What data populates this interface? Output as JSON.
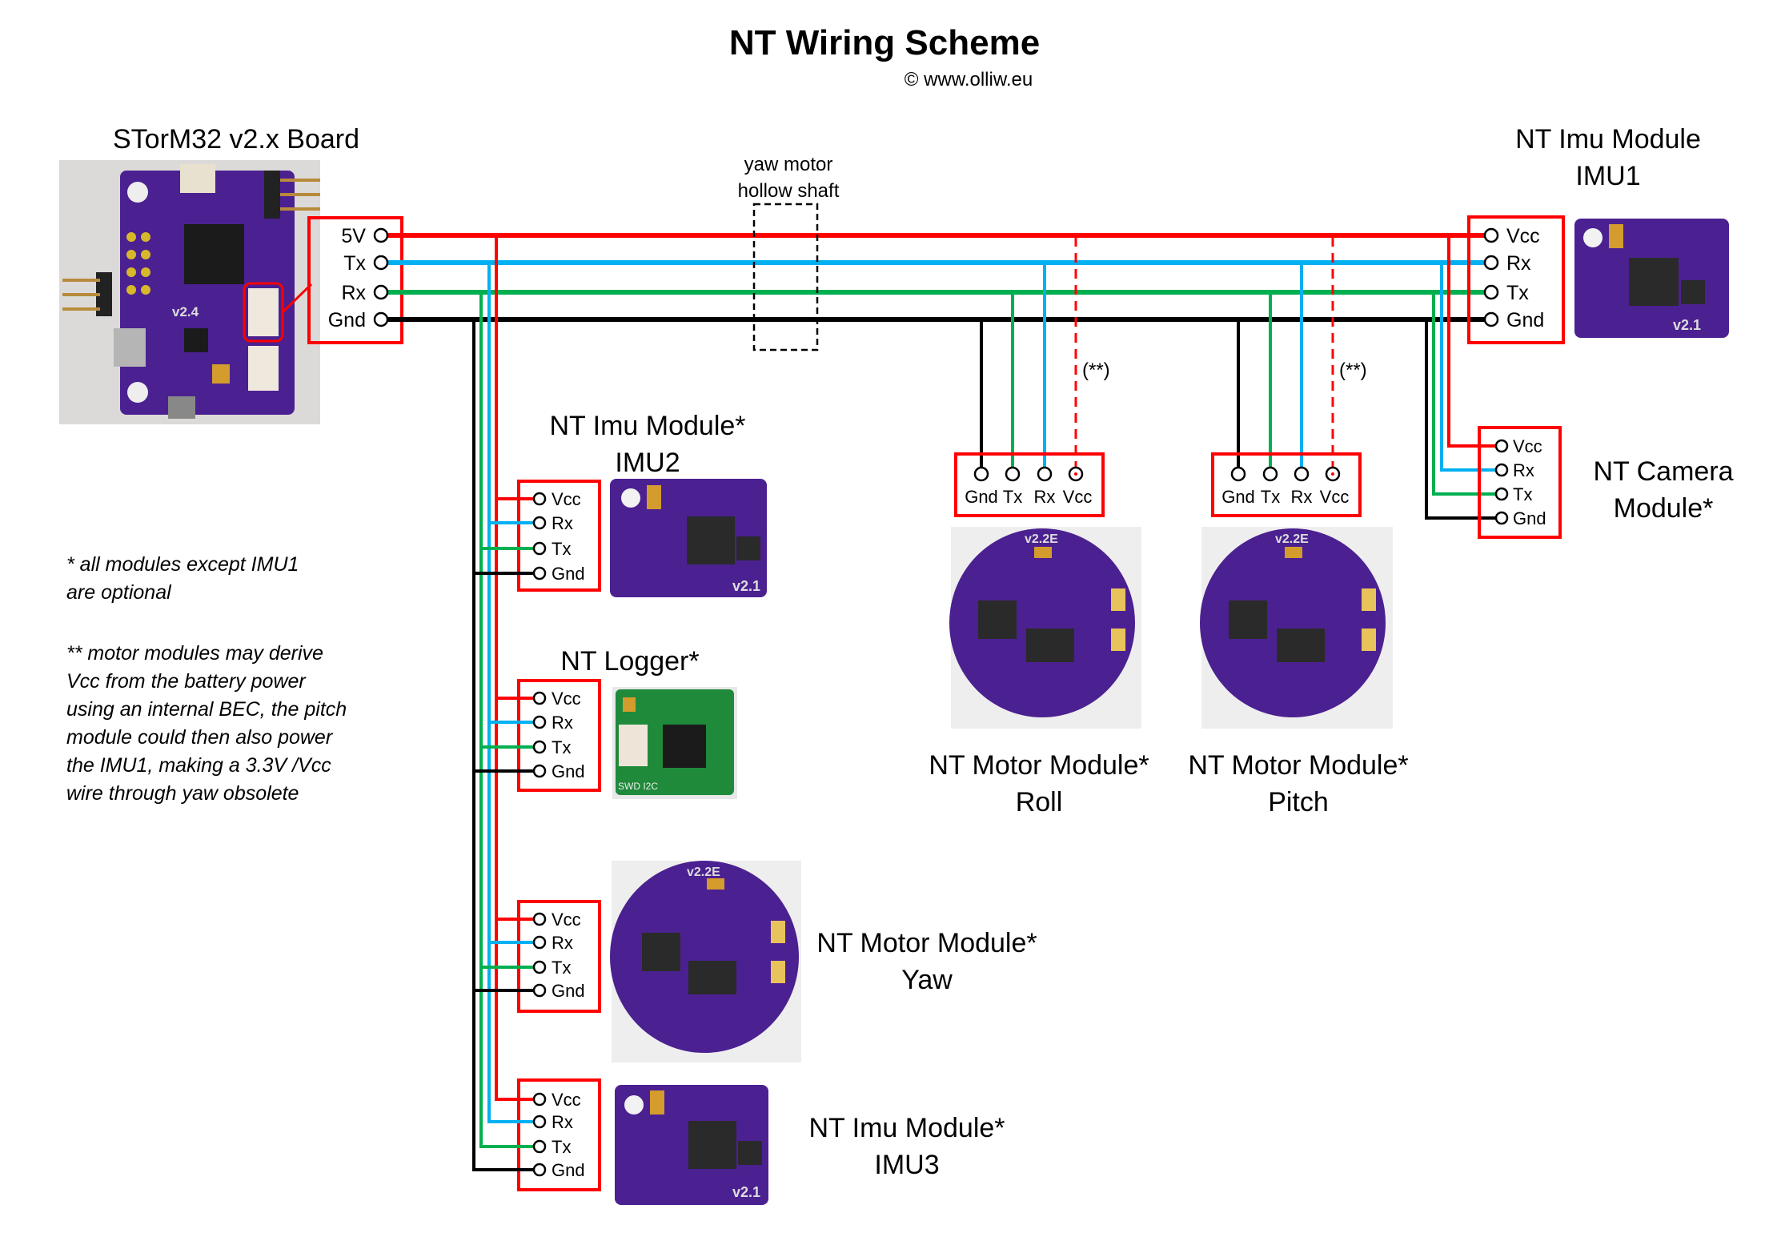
{
  "title": "NT Wiring Scheme",
  "copyright": "© www.olliw.eu",
  "colors": {
    "vcc_wire": "#ff0000",
    "tx_bus_wire": "#00b0f0",
    "rx_bus_wire": "#00b050",
    "gnd_wire": "#000000",
    "connector_box": "#ff0000",
    "pcb_purple": "#4b2191",
    "pcb_green": "#1f8a3a"
  },
  "board": {
    "label": "STorM32 v2.x Board",
    "pins": [
      "5V",
      "Tx",
      "Rx",
      "Gnd"
    ],
    "photo_text": "v2.4"
  },
  "yaw_shaft": {
    "line1": "yaw motor",
    "line2": "hollow shaft"
  },
  "modules": {
    "imu1": {
      "line1": "NT Imu Module",
      "line2": "IMU1",
      "pins": [
        "Vcc",
        "Rx",
        "Tx",
        "Gnd"
      ],
      "photo_text": "v2.1"
    },
    "imu2": {
      "line1": "NT Imu Module*",
      "line2": "IMU2",
      "pins": [
        "Vcc",
        "Rx",
        "Tx",
        "Gnd"
      ],
      "photo_text": "v2.1"
    },
    "imu3": {
      "line1": "NT Imu Module*",
      "line2": "IMU3",
      "pins": [
        "Vcc",
        "Rx",
        "Tx",
        "Gnd"
      ],
      "photo_text": "v2.1"
    },
    "logger": {
      "line1": "NT Logger*",
      "pins": [
        "Vcc",
        "Rx",
        "Tx",
        "Gnd"
      ],
      "photo_text": "SWD  I2C"
    },
    "camera": {
      "line1": "NT Camera",
      "line2": "Module*",
      "pins": [
        "Vcc",
        "Rx",
        "Tx",
        "Gnd"
      ]
    },
    "motor_roll": {
      "line1": "NT Motor Module*",
      "line2": "Roll",
      "pins": [
        "Gnd",
        "Tx",
        "Rx",
        "Vcc"
      ],
      "photo_text": "v2.2E",
      "vcc_note": "(**)"
    },
    "motor_pitch": {
      "line1": "NT Motor Module*",
      "line2": "Pitch",
      "pins": [
        "Gnd",
        "Tx",
        "Rx",
        "Vcc"
      ],
      "photo_text": "v2.2E",
      "vcc_note": "(**)"
    },
    "motor_yaw": {
      "line1": "NT Motor Module*",
      "line2": "Yaw",
      "pins": [
        "Vcc",
        "Rx",
        "Tx",
        "Gnd"
      ],
      "photo_text": "v2.2E"
    }
  },
  "notes": {
    "note1": [
      "* all modules except IMU1",
      "are optional"
    ],
    "note2": [
      "** motor modules may derive",
      "Vcc from the battery power",
      "using an internal BEC, the pitch",
      "module could then also power",
      "the IMU1, making a 3.3V /Vcc",
      "wire through yaw obsolete"
    ]
  }
}
